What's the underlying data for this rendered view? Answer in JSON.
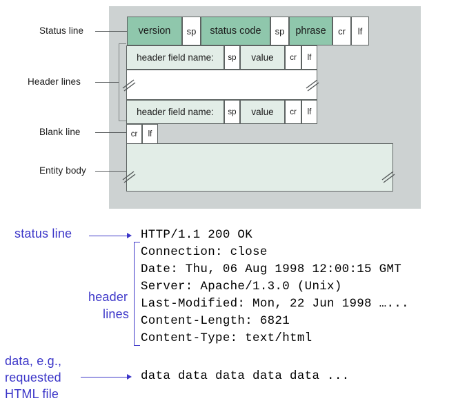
{
  "diagram": {
    "labels": {
      "status_line": "Status line",
      "header_lines": "Header lines",
      "blank_line": "Blank line",
      "entity_body": "Entity body"
    },
    "status_row": [
      {
        "text": "version",
        "style": "dark"
      },
      {
        "text": "sp",
        "style": "white"
      },
      {
        "text": "status code",
        "style": "dark"
      },
      {
        "text": "sp",
        "style": "white"
      },
      {
        "text": "phrase",
        "style": "dark"
      },
      {
        "text": "cr",
        "style": "white"
      },
      {
        "text": "lf",
        "style": "white"
      }
    ],
    "header_row": [
      {
        "text": "header field name:",
        "style": "light"
      },
      {
        "text": "sp",
        "style": "white"
      },
      {
        "text": "value",
        "style": "light"
      },
      {
        "text": "cr",
        "style": "white"
      },
      {
        "text": "lf",
        "style": "white"
      }
    ],
    "blank_row": [
      {
        "text": "cr",
        "style": "white"
      },
      {
        "text": "lf",
        "style": "white"
      }
    ],
    "colors": {
      "panel_background": "#cdd2d2",
      "cell_dark_green": "#8fc7ac",
      "cell_light_green": "#e2ede7",
      "cell_white": "#ffffff",
      "cell_border": "#5d6362",
      "label_text": "#1a1a1a"
    }
  },
  "example": {
    "labels": {
      "status_line": "status line",
      "header_lines_1": "header",
      "header_lines_2": "lines",
      "data_1": "data, e.g.,",
      "data_2": "requested",
      "data_3": "HTML file"
    },
    "status_line_text": "HTTP/1.1 200 OK",
    "header_lines": [
      "Connection: close",
      "Date: Thu, 06 Aug 1998 12:00:15 GMT",
      "Server: Apache/1.3.0 (Unix)",
      "Last-Modified: Mon, 22 Jun 1998 …...",
      "Content-Length: 6821",
      "Content-Type: text/html"
    ],
    "body_text": "data data data data data ...",
    "colors": {
      "annotation_blue": "#3b35c8",
      "code_text": "#000000"
    }
  }
}
